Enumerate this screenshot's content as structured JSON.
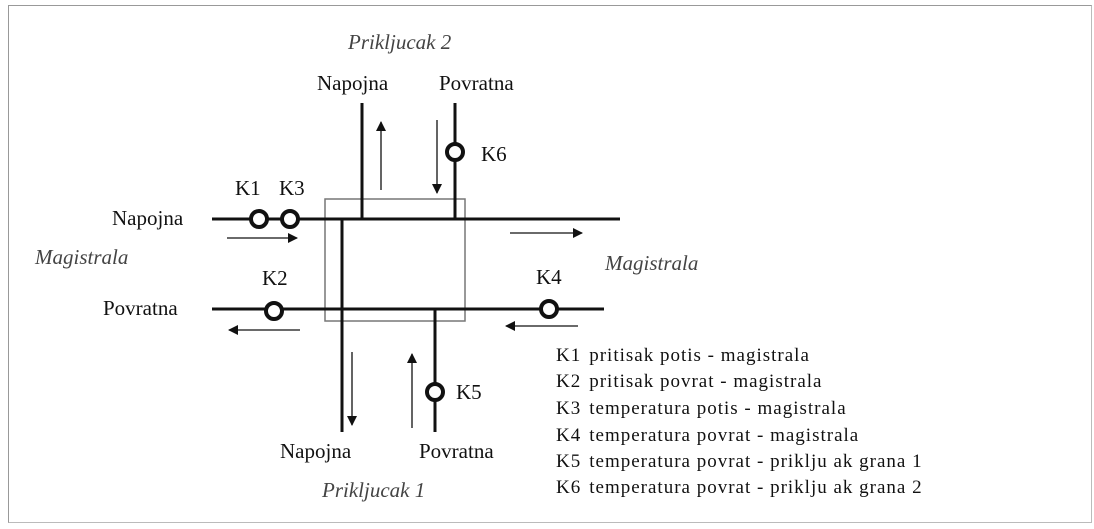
{
  "connection_top": "Prikljucak 2",
  "connection_bottom": "Prikljucak 1",
  "main_line_left": "Magistrala",
  "main_line_right": "Magistrala",
  "label_supply": "Napojna",
  "label_return": "Povratna",
  "sensors": {
    "k1": "K1",
    "k2": "K2",
    "k3": "K3",
    "k4": "K4",
    "k5": "K5",
    "k6": "K6"
  },
  "legend": [
    {
      "code": "K1",
      "text": "pritisak potis - magistrala"
    },
    {
      "code": "K2",
      "text": "pritisak povrat - magistrala"
    },
    {
      "code": "K3",
      "text": "temperatura potis - magistrala"
    },
    {
      "code": "K4",
      "text": "temperatura povrat  - magistrala"
    },
    {
      "code": "K5",
      "text": "temperatura povrat  - priklju  ak grana 1"
    },
    {
      "code": "K6",
      "text": "temperatura povrat  - priklju  ak grana 2"
    }
  ]
}
